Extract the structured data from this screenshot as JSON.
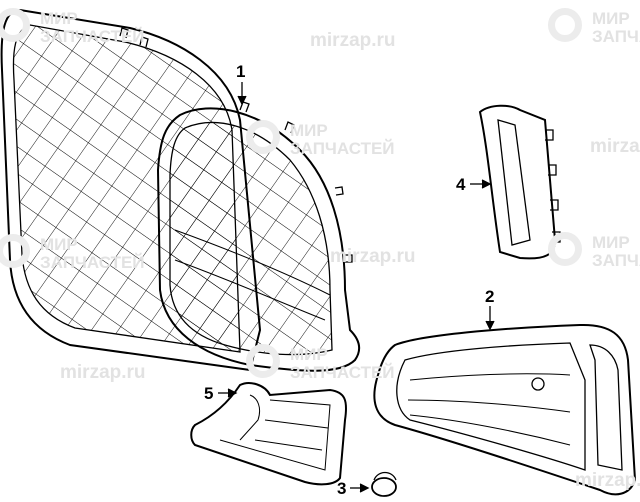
{
  "watermark": {
    "line1": "МИР",
    "line2": "ЗАПЧАСТЕЙ",
    "url": "mirzap.ru"
  },
  "callouts": [
    {
      "number": "1",
      "part": "grille-main"
    },
    {
      "number": "2",
      "part": "bumper-side-grille-right"
    },
    {
      "number": "3",
      "part": "clip"
    },
    {
      "number": "4",
      "part": "side-trim-insert"
    },
    {
      "number": "5",
      "part": "bumper-side-grille-left"
    }
  ]
}
